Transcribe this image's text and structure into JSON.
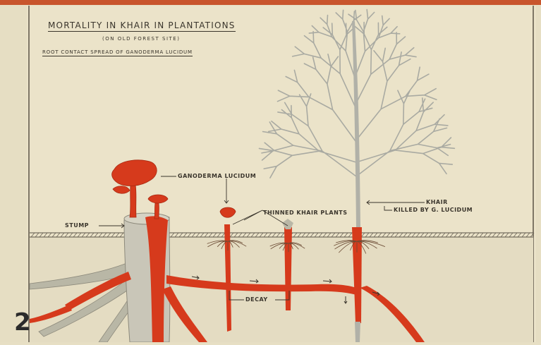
{
  "diagram": {
    "title": "MORTALITY IN KHAIR IN PLANTATIONS",
    "subtitle": "(ON OLD FOREST SITE)",
    "subtitle2": "ROOT CONTACT SPREAD OF GANODERMA LUCIDUM",
    "labels": {
      "ganoderma": "GANODERMA LUCIDUM",
      "stump": "STUMP",
      "thinned": "THINNED KHAIR PLANTS",
      "khair": "KHAIR",
      "killed": "KILLED BY G. LUCIDUM",
      "decay": "DECAY"
    },
    "plate_number": "2",
    "colors": {
      "background": "#e7dfc4",
      "infection": "#d63a1c",
      "stump": "#c9c6b8",
      "tree": "#a9aaa2",
      "roots_healthy": "#b8b6a4",
      "ink": "#3a352c"
    }
  }
}
